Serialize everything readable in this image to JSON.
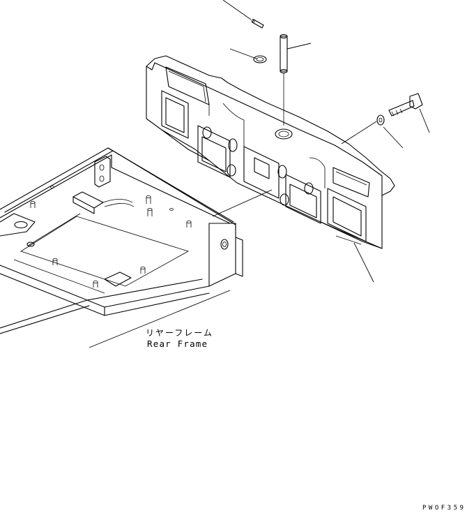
{
  "labels": {
    "rear_frame_jp": "リヤーフレーム",
    "rear_frame_en": "Rear Frame"
  },
  "drawing_code": "PWOF359"
}
